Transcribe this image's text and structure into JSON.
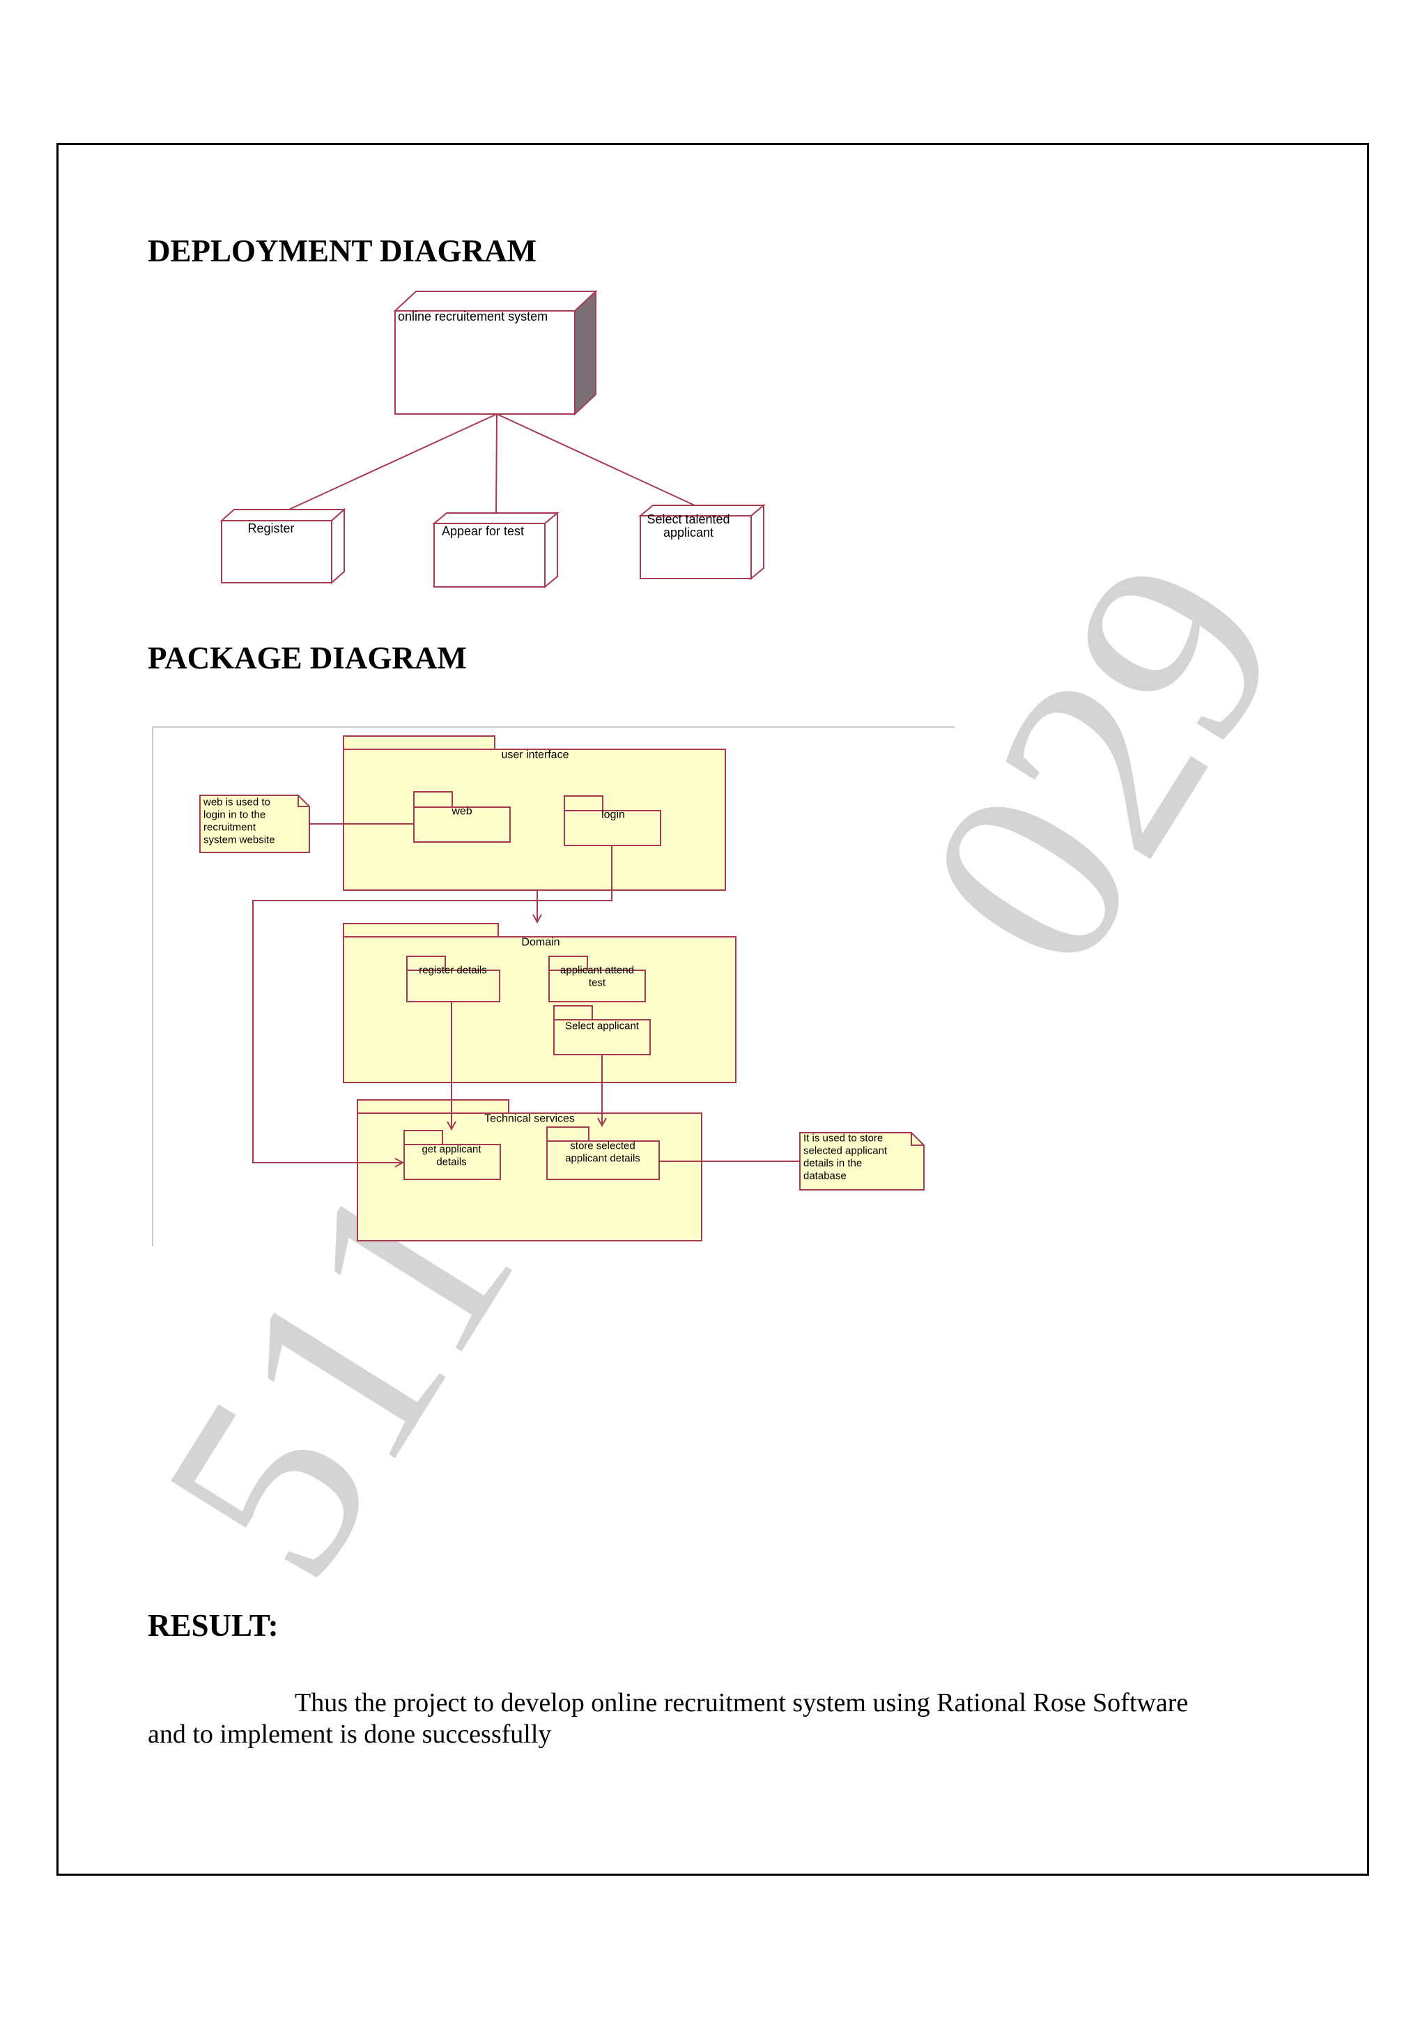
{
  "deployment": {
    "heading": "DEPLOYMENT DIAGRAM",
    "nodes": {
      "main": "online recruitement system",
      "register": "Register",
      "test": "Appear for test",
      "select_line1": "Select talented",
      "select_line2": "applicant"
    }
  },
  "package": {
    "heading": "PACKAGE DIAGRAM",
    "packages": {
      "ui": "user interface",
      "web": "web",
      "login": "login",
      "domain": "Domain",
      "register": "register details",
      "attend_line1": "applicant attend",
      "attend_line2": "test",
      "select": "Select applicant",
      "tech": "Technical services",
      "get_line1": "get applicant",
      "get_line2": "details",
      "store_line1": "store selected",
      "store_line2": "applicant details"
    },
    "notes": {
      "web_note": [
        "web is used to",
        "login in to the",
        "recruitment",
        "system website"
      ],
      "store_note": [
        "It is used to store",
        "selected applicant",
        "details in the",
        "database"
      ]
    }
  },
  "result": {
    "heading": "RESULT:",
    "line1": "Thus the project to develop online recruitment system using Rational Rose Software",
    "line2": "and to implement is done successfully"
  },
  "watermark": {
    "text_lower": "511",
    "text_upper": "029"
  },
  "colors": {
    "line": "#a63a50",
    "package_fill": "#ffffcc",
    "node_side": "#7a6f74",
    "watermark": "#d4d4d4"
  }
}
